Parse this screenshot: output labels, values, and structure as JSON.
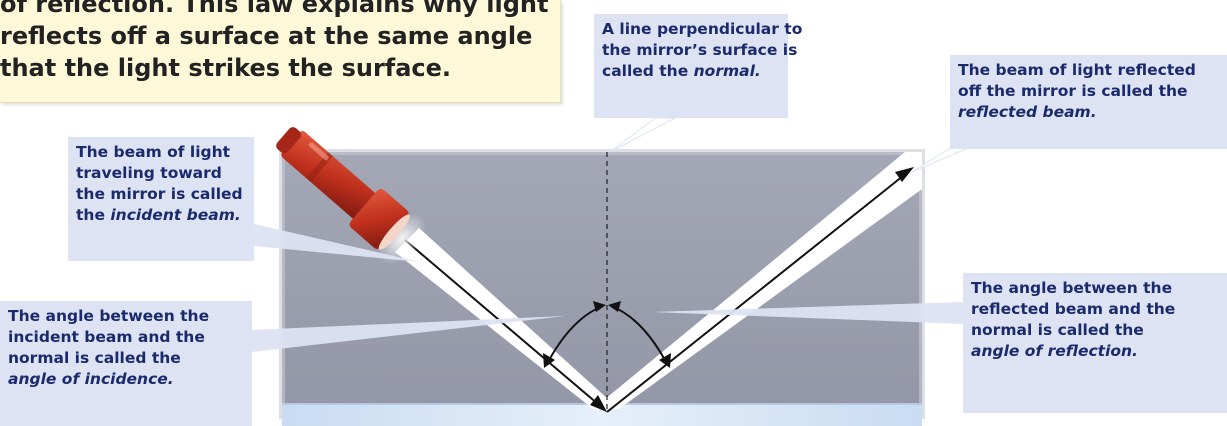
{
  "intro": {
    "lines": [
      "of reflection. This law explains why light",
      "reflects off a surface at the same angle",
      "that the light strikes the surface."
    ]
  },
  "labels": {
    "normal": {
      "lines": [
        "A line perpendicular to",
        "the mirror’s surface is"
      ],
      "last_prefix": "called the ",
      "last_italic": "normal."
    },
    "reflected_beam": {
      "lines": [
        "The beam of light reflected",
        "off the mirror is called the"
      ],
      "last_prefix": "",
      "last_italic": "reflected beam."
    },
    "incident_beam": {
      "lines": [
        "The beam of light",
        "traveling toward",
        "the mirror is called"
      ],
      "last_prefix": "the ",
      "last_italic": "incident beam."
    },
    "angle_incidence": {
      "lines": [
        "The angle between the",
        "incident beam and the",
        "normal is called the"
      ],
      "last_prefix": "",
      "last_italic": "angle of incidence."
    },
    "angle_reflection": {
      "lines": [
        "The angle between the",
        "reflected beam and the",
        "normal is called the"
      ],
      "last_prefix": "",
      "last_italic": "angle of reflection."
    }
  },
  "colors": {
    "label_bg": "#dde3f3",
    "label_text": "#1a2a6b",
    "intro_bg": "#fdf8d8",
    "scene_bg": "#9c9fae",
    "beam": "#ffffff",
    "flashlight": "#c8331f",
    "mirror": "#cfe0f4"
  }
}
